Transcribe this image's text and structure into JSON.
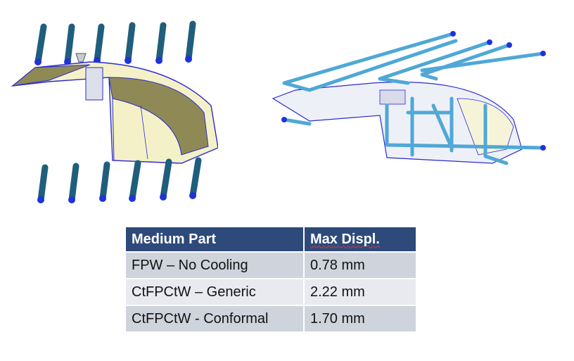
{
  "table": {
    "headers": [
      "Medium Part",
      "Max Displ."
    ],
    "rows": [
      [
        "FPW – No Cooling",
        "0.78 mm"
      ],
      [
        "CtFPCtW – Generic",
        "2.22 mm"
      ],
      [
        "CtFPCtW - Conformal",
        "1.70 mm"
      ]
    ]
  },
  "colors": {
    "header_bg": "#2e4a7b",
    "row_odd": "#cfd3dc",
    "row_even": "#e8eaef",
    "part_fill": "#f4f1c8",
    "part_shadow": "#8f8a55",
    "pin": "#1f5e7c",
    "pipe": "#4fa8d6"
  },
  "figures": [
    {
      "id": "left",
      "content": "mold-part-with-cooling-pins"
    },
    {
      "id": "right",
      "content": "mold-part-with-cooling-channels"
    }
  ]
}
